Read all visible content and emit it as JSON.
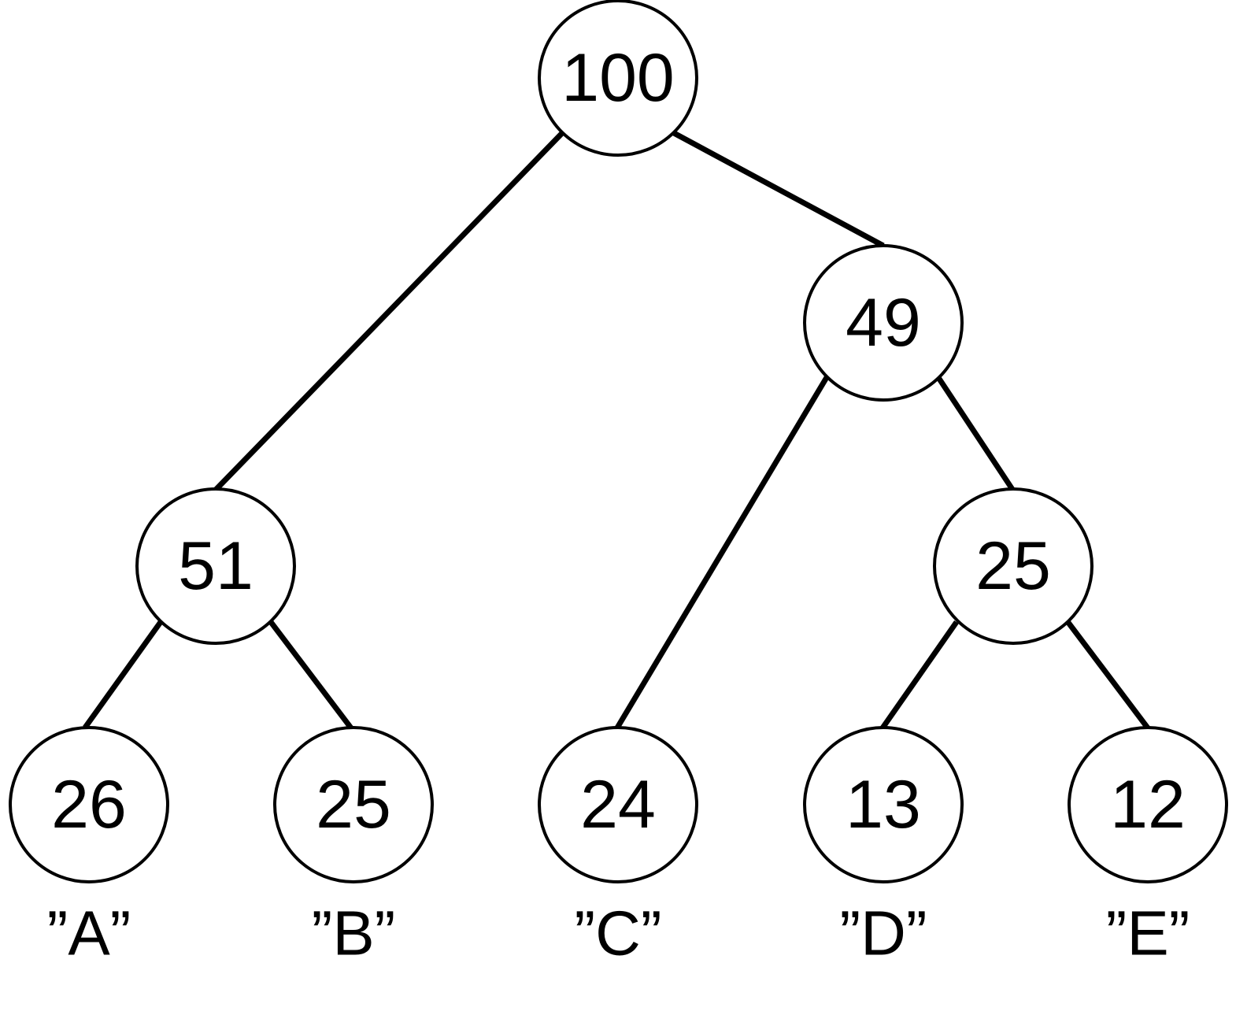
{
  "tree": {
    "nodes": [
      {
        "id": "root",
        "value": "100"
      },
      {
        "id": "n49",
        "value": "49"
      },
      {
        "id": "n51",
        "value": "51"
      },
      {
        "id": "n25a",
        "value": "25"
      },
      {
        "id": "leafA",
        "value": "26",
        "label": "”A”"
      },
      {
        "id": "leafB",
        "value": "25",
        "label": "”B”"
      },
      {
        "id": "leafC",
        "value": "24",
        "label": "”C”"
      },
      {
        "id": "leafD",
        "value": "13",
        "label": "”D”"
      },
      {
        "id": "leafE",
        "value": "12",
        "label": "”E”"
      }
    ],
    "edges": [
      {
        "from": "root",
        "to": "n51"
      },
      {
        "from": "root",
        "to": "n49"
      },
      {
        "from": "n51",
        "to": "leafA"
      },
      {
        "from": "n51",
        "to": "leafB"
      },
      {
        "from": "n49",
        "to": "leafC"
      },
      {
        "from": "n49",
        "to": "n25a"
      },
      {
        "from": "n25a",
        "to": "leafD"
      },
      {
        "from": "n25a",
        "to": "leafE"
      }
    ]
  }
}
